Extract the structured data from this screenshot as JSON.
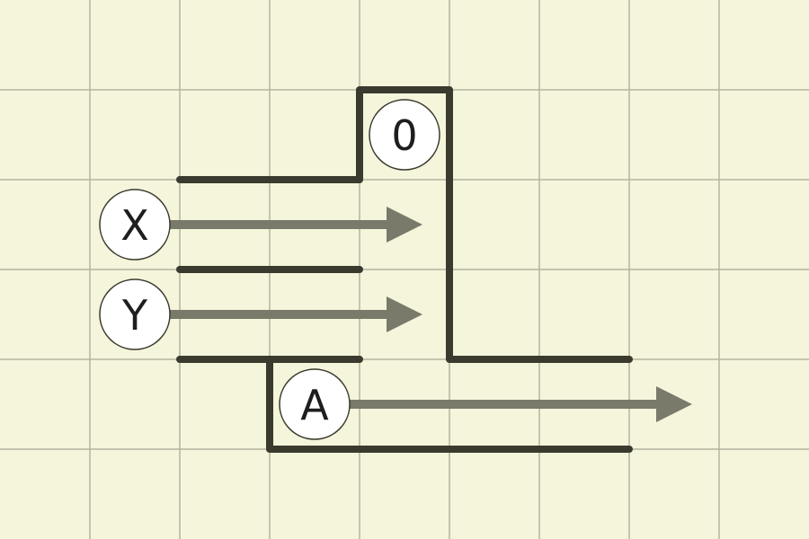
{
  "colors": {
    "background": "#f5f5dc",
    "grid": "#b4b4a0",
    "wall": "#3a3a2e",
    "arrow": "#7a7a6a",
    "node_fill": "#ffffff",
    "node_stroke": "#3a3a2e",
    "node_text": "#1e1e1e"
  },
  "nodes": [
    {
      "id": "zero",
      "label": "0"
    },
    {
      "id": "x",
      "label": "X"
    },
    {
      "id": "y",
      "label": "Y"
    },
    {
      "id": "a",
      "label": "A"
    }
  ]
}
